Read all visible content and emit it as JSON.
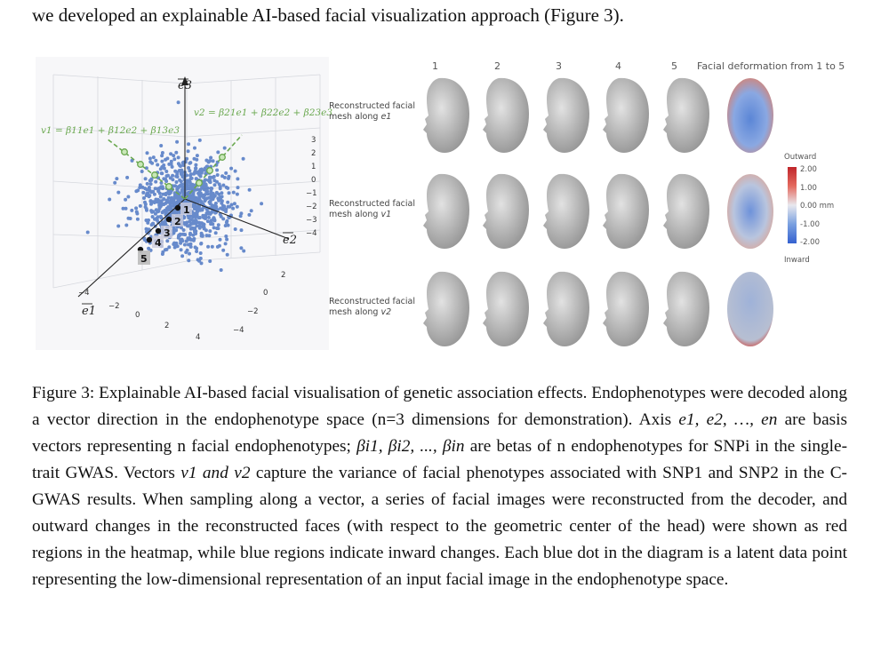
{
  "top_text": "we developed an explainable AI-based facial visualization approach (Figure 3).",
  "figure": {
    "scatter": {
      "axis_e3": "e3",
      "axis_e2": "e2",
      "axis_e1": "e1",
      "v1_formula": "v1 = β11e1 + β12e2 + β13e3",
      "v2_formula": "v2 = β21e1 + β22e2 + β23e3",
      "z_ticks": [
        "3",
        "2",
        "1",
        "0",
        "−1",
        "−2",
        "−3",
        "−4"
      ],
      "e1_ticks": [
        "−4",
        "−2",
        "0",
        "2",
        "4"
      ],
      "e2_ticks": [
        "−4",
        "−2",
        "0",
        "2"
      ],
      "points": [
        "1",
        "2",
        "3",
        "4",
        "5"
      ]
    },
    "column_headers": [
      "1",
      "2",
      "3",
      "4",
      "5"
    ],
    "deformation_header": "Facial deformation from 1 to 5",
    "rows": [
      {
        "line1": "Reconstructed facial",
        "line2": "mesh along",
        "vec": "e1"
      },
      {
        "line1": "Reconstructed facial",
        "line2": "mesh along",
        "vec": "v1"
      },
      {
        "line1": "Reconstructed facial",
        "line2": "mesh along",
        "vec": "v2"
      }
    ],
    "colorbar": {
      "top": "Outward",
      "bottom": "Inward",
      "ticks": [
        "2.00",
        "1.00",
        "0.00",
        "-1.00",
        "-2.00"
      ],
      "unit": "mm"
    }
  },
  "caption": {
    "s1": "Figure 3: Explainable AI-based facial visualisation of genetic association effects. Endophenotypes were decoded along a vector direction in the endophenotype space (n=3 dimensions for demonstration). Axis",
    "axis_list": "e1, e2, …, en",
    "s2": "are basis vectors representing n facial endophenotypes;",
    "beta_list": "βi1, βi2, ..., βin",
    "s3": "are betas of n endophenotypes for SNPi in the single-trait GWAS. Vectors",
    "vectors": "v1 and v2",
    "s4": "capture the variance of facial phenotypes associated with SNP1 and SNP2 in the C-GWAS results. When sampling along a vector, a series of facial images were reconstructed from the decoder, and outward changes in the reconstructed faces (with respect to the geometric center of the head) were shown as red regions in the heatmap, while blue regions indicate inward changes. Each blue dot in the diagram is a latent data point representing the low-dimensional representation of an input facial image in the endophenotype space."
  }
}
